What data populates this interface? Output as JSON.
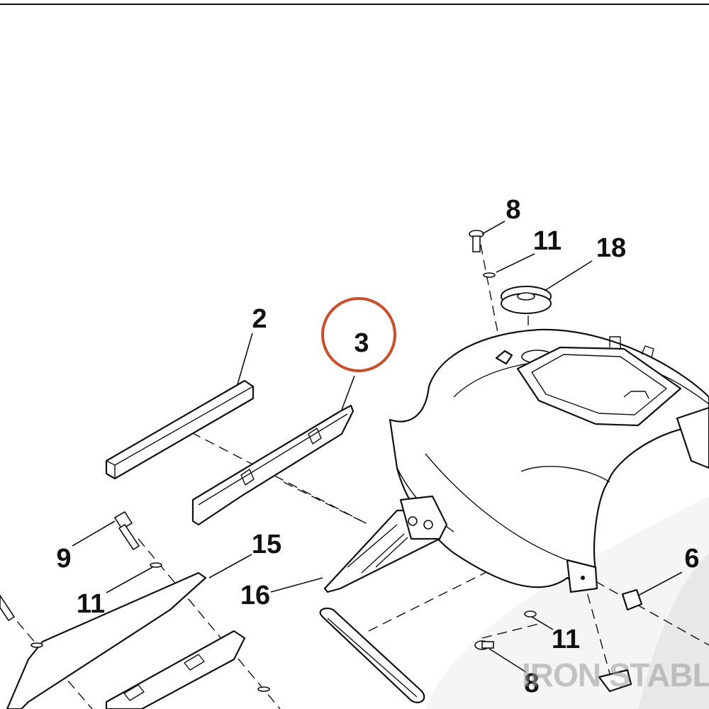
{
  "diagram": {
    "callouts": [
      {
        "id": "c8a",
        "text": "8"
      },
      {
        "id": "c11a",
        "text": "11"
      },
      {
        "id": "c18",
        "text": "18"
      },
      {
        "id": "c2",
        "text": "2"
      },
      {
        "id": "c3",
        "text": "3"
      },
      {
        "id": "c9",
        "text": "9"
      },
      {
        "id": "c15",
        "text": "15"
      },
      {
        "id": "c11b",
        "text": "11"
      },
      {
        "id": "c16",
        "text": "16"
      },
      {
        "id": "c6",
        "text": "6"
      },
      {
        "id": "c11c",
        "text": "11"
      },
      {
        "id": "c8b",
        "text": "8"
      }
    ],
    "highlighted_callout": "3",
    "highlight_color": "#C8502A",
    "watermark": "IRON STABLE"
  }
}
